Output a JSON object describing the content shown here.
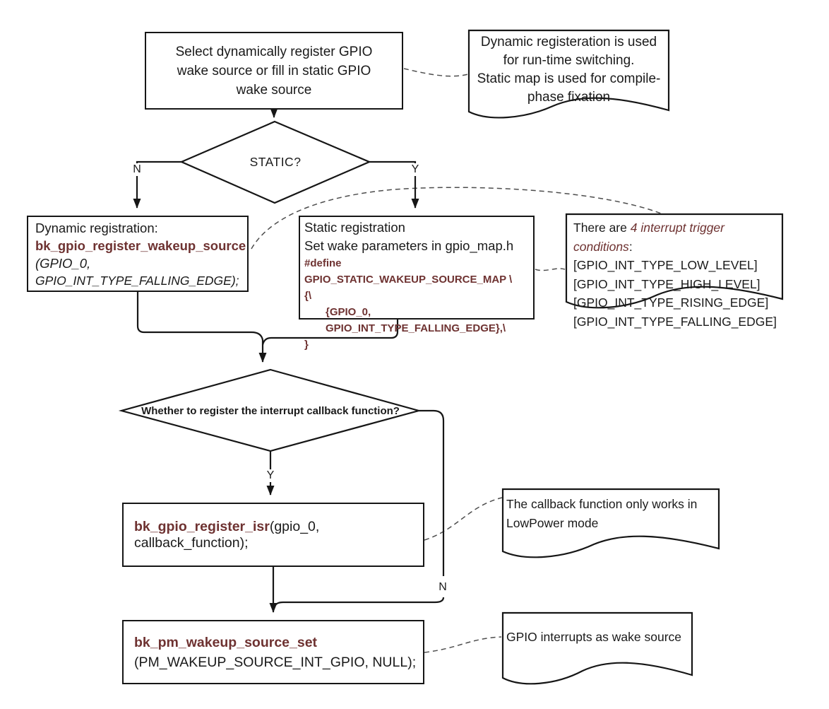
{
  "palette": {
    "accent_maroon": "#6e3231",
    "line_black": "#161616",
    "dash_gray": "#4d4d4d",
    "background": "#ffffff"
  },
  "nodes": {
    "select_source": {
      "text": "Select dynamically register GPIO wake source or fill in static GPIO wake source"
    },
    "static_decision": {
      "label": "STATIC?",
      "no_label": "N",
      "yes_label": "Y"
    },
    "dynamic_registration": {
      "line1": "Dynamic registration:",
      "function": "bk_gpio_register_wakeup_source",
      "arg1": "(GPIO_0,",
      "arg2": "GPIO_INT_TYPE_FALLING_EDGE);"
    },
    "static_registration": {
      "line1": "Static registration",
      "line2": "Set wake parameters in gpio_map.h",
      "code1": "#define GPIO_STATIC_WAKEUP_SOURCE_MAP  \\",
      "code2": "{\\",
      "code3": "{GPIO_0, GPIO_INT_TYPE_FALLING_EDGE},\\",
      "code4": "}"
    },
    "callback_decision": {
      "label": "Whether to register the interrupt callback function?",
      "yes_label": "Y",
      "no_label": "N"
    },
    "register_isr": {
      "function": "bk_gpio_register_isr",
      "args": "(gpio_0, callback_function);"
    },
    "pm_wakeup_set": {
      "function": "bk_pm_wakeup_source_set",
      "args": "(PM_WAKEUP_SOURCE_INT_GPIO, NULL);"
    }
  },
  "callouts": {
    "dynamic_vs_static": {
      "line1": "Dynamic registeration is used for run-time switching.",
      "line2": "Static map is used for compile-phase fixation"
    },
    "trigger_conditions": {
      "prefix": "There are ",
      "emphasis": "4 interrupt trigger conditions",
      "suffix": ":",
      "items": [
        "[GPIO_INT_TYPE_LOW_LEVEL]",
        "[GPIO_INT_TYPE_HIGH_LEVEL]",
        "[GPIO_INT_TYPE_RISING_EDGE]",
        "[GPIO_INT_TYPE_FALLING_EDGE]"
      ]
    },
    "callback_note": {
      "text": "The callback function only works in LowPower mode"
    },
    "wake_note": {
      "text": "GPIO interrupts as wake source"
    }
  }
}
